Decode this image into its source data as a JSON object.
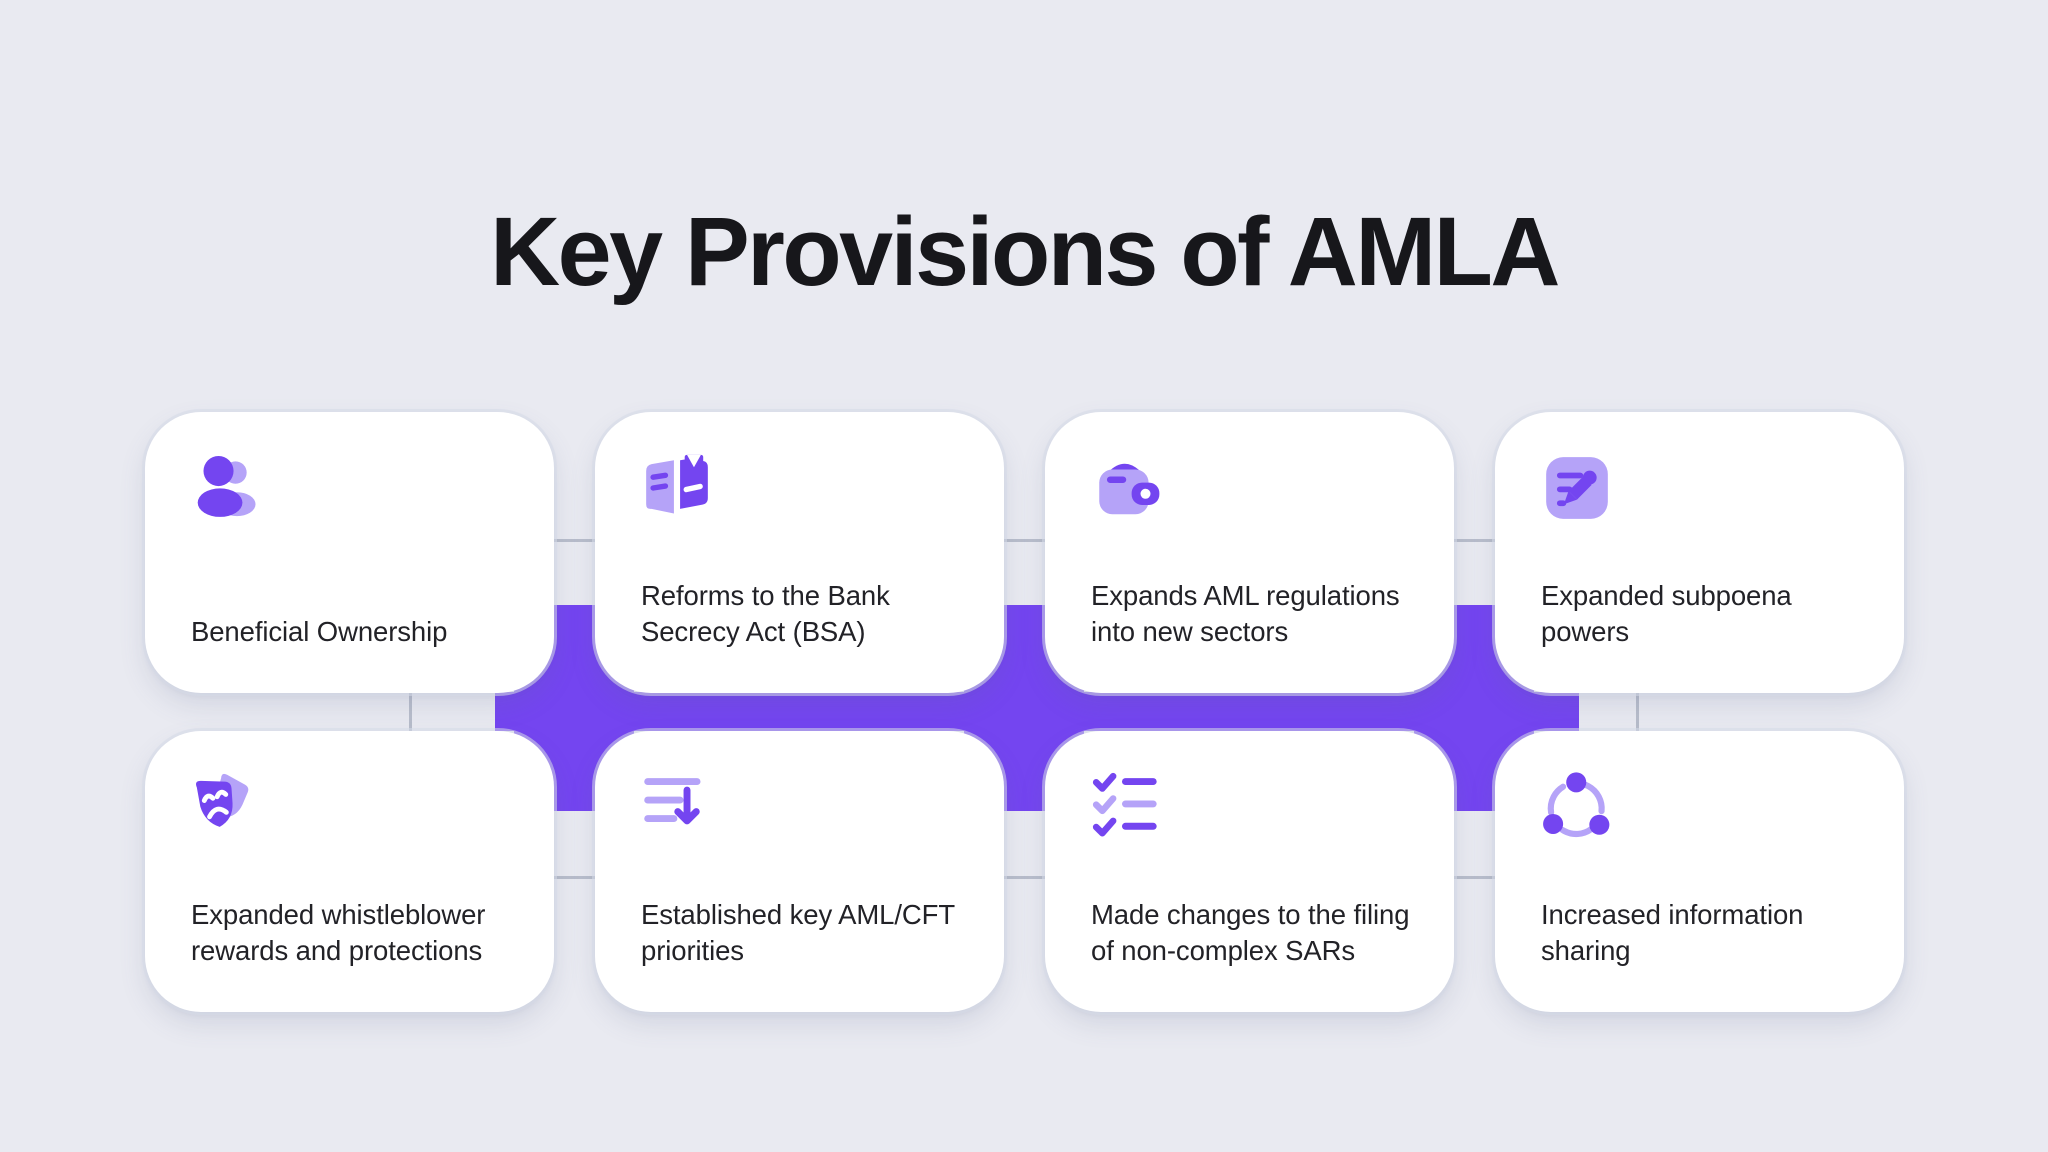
{
  "page": {
    "title": "Key Provisions of AMLA"
  },
  "colors": {
    "accent": "#7445f0",
    "accent_light": "#b5a3f8",
    "bg": "#e9eaf1",
    "card_bg": "#ffffff",
    "title_color": "#17171b",
    "text_color": "#222227",
    "line_color": "#b8bdcb"
  },
  "cards": [
    {
      "icon": "people-icon",
      "label": "Beneficial Ownership"
    },
    {
      "icon": "open-book-icon",
      "label": "Reforms to the Bank Secrecy Act (BSA)"
    },
    {
      "icon": "wallet-icon",
      "label": "Expands AML regulations into new sectors"
    },
    {
      "icon": "note-pencil-icon",
      "label": "Expanded subpoena powers"
    },
    {
      "icon": "theater-masks-icon",
      "label": "Expanded whistleblower rewards and protections"
    },
    {
      "icon": "sorted-list-arrow-icon",
      "label": "Established key AML/CFT priorities"
    },
    {
      "icon": "checklist-icon",
      "label": "Made changes to the filing of non-complex SARs"
    },
    {
      "icon": "share-network-icon",
      "label": "Increased information sharing"
    }
  ]
}
